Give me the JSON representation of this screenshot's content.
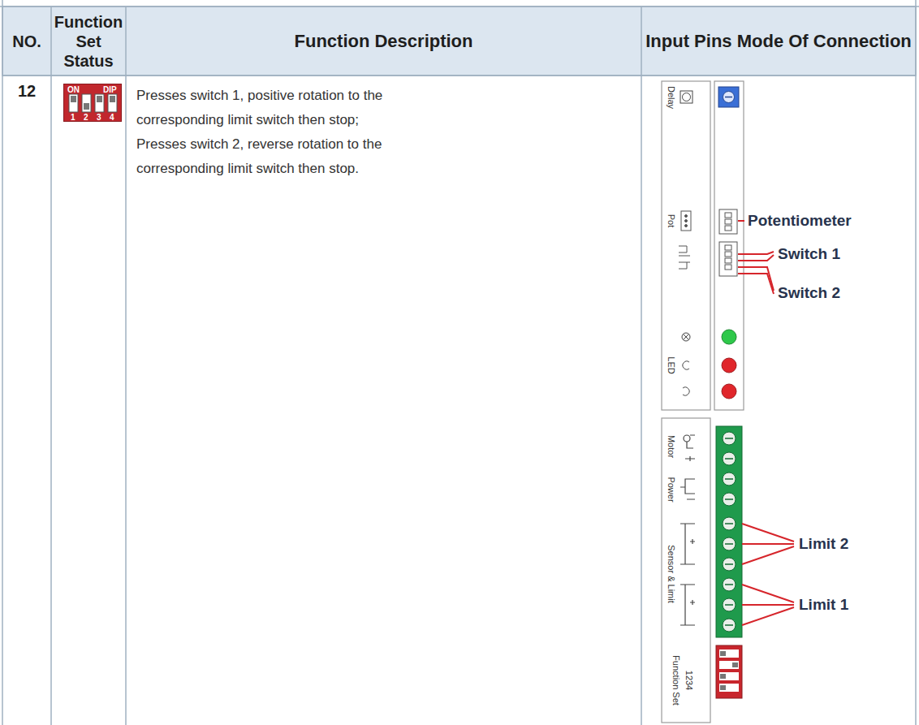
{
  "diagram": {
    "nodes": [
      {
        "text": [
          "ON",
          "DIP",
          "1",
          "2",
          "3",
          "4"
        ]
      }
    ],
    "labels": [
      "NO.",
      "Function Set Status",
      "Function Description",
      "Input Pins Mode Of Connection",
      "12",
      "Presses switch 1, positive rotation to the corresponding limit switch then stop;",
      "Presses switch 2, reverse rotation to the corresponding limit switch then stop.",
      "Delay",
      "Pot",
      "LED",
      "Potentiometer",
      "Switch 1",
      "Switch 2",
      "Motor",
      "Power",
      "Sensor & Limit",
      "Limit 2",
      "Limit 1",
      "Function Set",
      "1234"
    ]
  }
}
